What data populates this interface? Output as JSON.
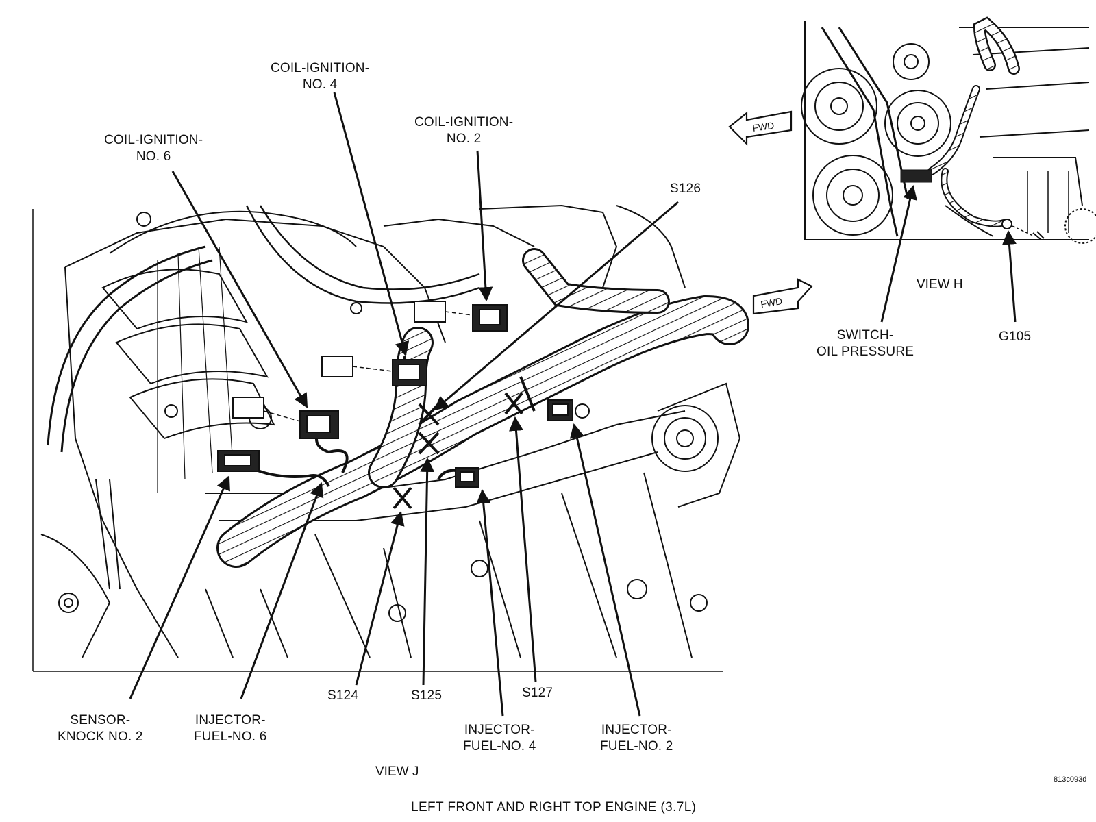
{
  "callouts": {
    "coil_no4": [
      "COIL-IGNITION-",
      "NO. 4"
    ],
    "coil_no2": [
      "COIL-IGNITION-",
      "NO. 2"
    ],
    "coil_no6": [
      "COIL-IGNITION-",
      "NO. 6"
    ],
    "s126": "S126",
    "sensor_knock": [
      "SENSOR-",
      "KNOCK NO. 2"
    ],
    "injector_no6": [
      "INJECTOR-",
      "FUEL-NO. 6"
    ],
    "s124": "S124",
    "s125": "S125",
    "s127": "S127",
    "injector_no4": [
      "INJECTOR-",
      "FUEL-NO. 4"
    ],
    "injector_no2": [
      "INJECTOR-",
      "FUEL-NO. 2"
    ],
    "switch_oil": [
      "SWITCH-",
      "OIL PRESSURE"
    ],
    "g105": "G105"
  },
  "views": {
    "view_h": "VIEW H",
    "view_j": "VIEW J"
  },
  "fwd_label": "FWD",
  "caption": "LEFT FRONT AND RIGHT TOP ENGINE  (3.7L)",
  "figure_code": "813c093d",
  "colors": {
    "ink": "#111111",
    "background": "#ffffff"
  }
}
